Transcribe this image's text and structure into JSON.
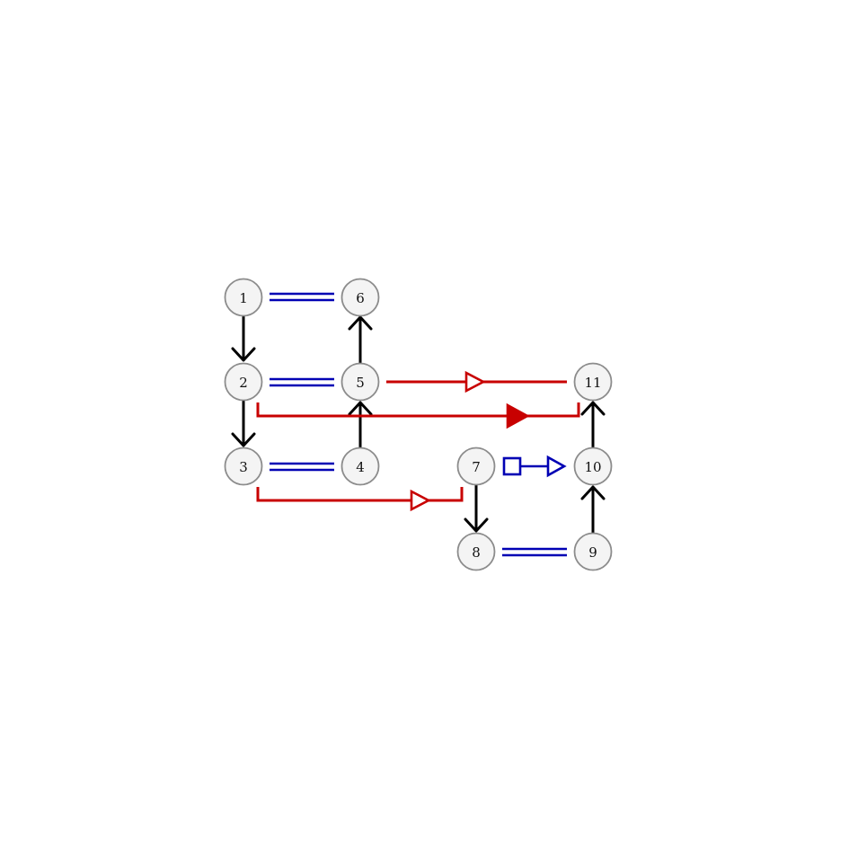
{
  "nodes": [
    {
      "id": "n1",
      "label": "1"
    },
    {
      "id": "n2",
      "label": "2"
    },
    {
      "id": "n3",
      "label": "3"
    },
    {
      "id": "n4",
      "label": "4"
    },
    {
      "id": "n5",
      "label": "5"
    },
    {
      "id": "n6",
      "label": "6"
    },
    {
      "id": "n7",
      "label": "7"
    },
    {
      "id": "n8",
      "label": "8"
    },
    {
      "id": "n9",
      "label": "9"
    },
    {
      "id": "n10",
      "label": "10"
    },
    {
      "id": "n11",
      "label": "11"
    }
  ],
  "edges": [
    {
      "from": "1",
      "to": "2",
      "style": "black-arrow"
    },
    {
      "from": "2",
      "to": "3",
      "style": "black-arrow"
    },
    {
      "from": "4",
      "to": "5",
      "style": "black-arrow"
    },
    {
      "from": "5",
      "to": "6",
      "style": "black-arrow"
    },
    {
      "from": "7",
      "to": "8",
      "style": "black-arrow"
    },
    {
      "from": "9",
      "to": "10",
      "style": "black-arrow"
    },
    {
      "from": "10",
      "to": "11",
      "style": "black-arrow"
    },
    {
      "from": "1",
      "to": "6",
      "style": "blue-double-line"
    },
    {
      "from": "2",
      "to": "5",
      "style": "blue-double-line"
    },
    {
      "from": "3",
      "to": "4",
      "style": "blue-double-line"
    },
    {
      "from": "8",
      "to": "9",
      "style": "blue-double-line"
    },
    {
      "from": "7",
      "to": "10",
      "style": "blue-square-open-triangle"
    },
    {
      "from": "5",
      "to": "11",
      "style": "red-open-triangle"
    },
    {
      "from": "2",
      "to": "11",
      "style": "red-filled-triangle-bracket"
    },
    {
      "from": "3",
      "to": "7",
      "style": "red-open-triangle-bracket"
    }
  ],
  "colors": {
    "black_edge": "#000000",
    "blue_edge": "#0000b4",
    "red_edge": "#c80000",
    "node_fill": "#f4f4f4",
    "node_stroke": "#8c8c8c"
  }
}
